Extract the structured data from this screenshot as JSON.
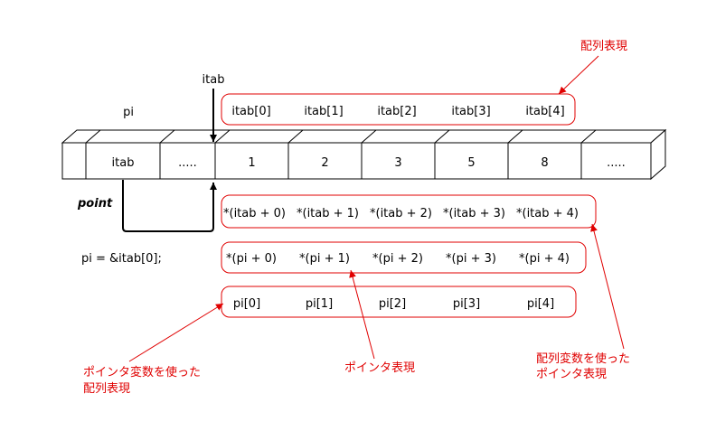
{
  "labels": {
    "itab_top": "itab",
    "pi": "pi",
    "point": "point",
    "assign": "pi = &itab[0];"
  },
  "array_cells": [
    {
      "text": ""
    },
    {
      "text": "itab"
    },
    {
      "text": "....."
    },
    {
      "text": "1"
    },
    {
      "text": "2"
    },
    {
      "text": "3"
    },
    {
      "text": "5"
    },
    {
      "text": "8"
    },
    {
      "text": "....."
    }
  ],
  "rows": {
    "array_expr": [
      "itab[0]",
      "itab[1]",
      "itab[2]",
      "itab[3]",
      "itab[4]"
    ],
    "itab_ptr_expr": [
      "*(itab + 0)",
      "*(itab + 1)",
      "*(itab + 2)",
      "*(itab + 3)",
      "*(itab + 4)"
    ],
    "pi_ptr_expr": [
      "*(pi + 0)",
      "*(pi + 1)",
      "*(pi + 2)",
      "*(pi + 3)",
      "*(pi + 4)"
    ],
    "pi_array_expr": [
      "pi[0]",
      "pi[1]",
      "pi[2]",
      "pi[3]",
      "pi[4]"
    ]
  },
  "annotations": {
    "array_notation": "配列表現",
    "pointer_notation": "ポインタ表現",
    "ptr_var_array_line1": "ポインタ変数を使った",
    "ptr_var_array_line2": "配列表現",
    "array_var_ptr_line1": "配列変数を使った",
    "array_var_ptr_line2": "ポインタ表現"
  },
  "colors": {
    "annotation": "#e00000",
    "line": "#000000"
  }
}
